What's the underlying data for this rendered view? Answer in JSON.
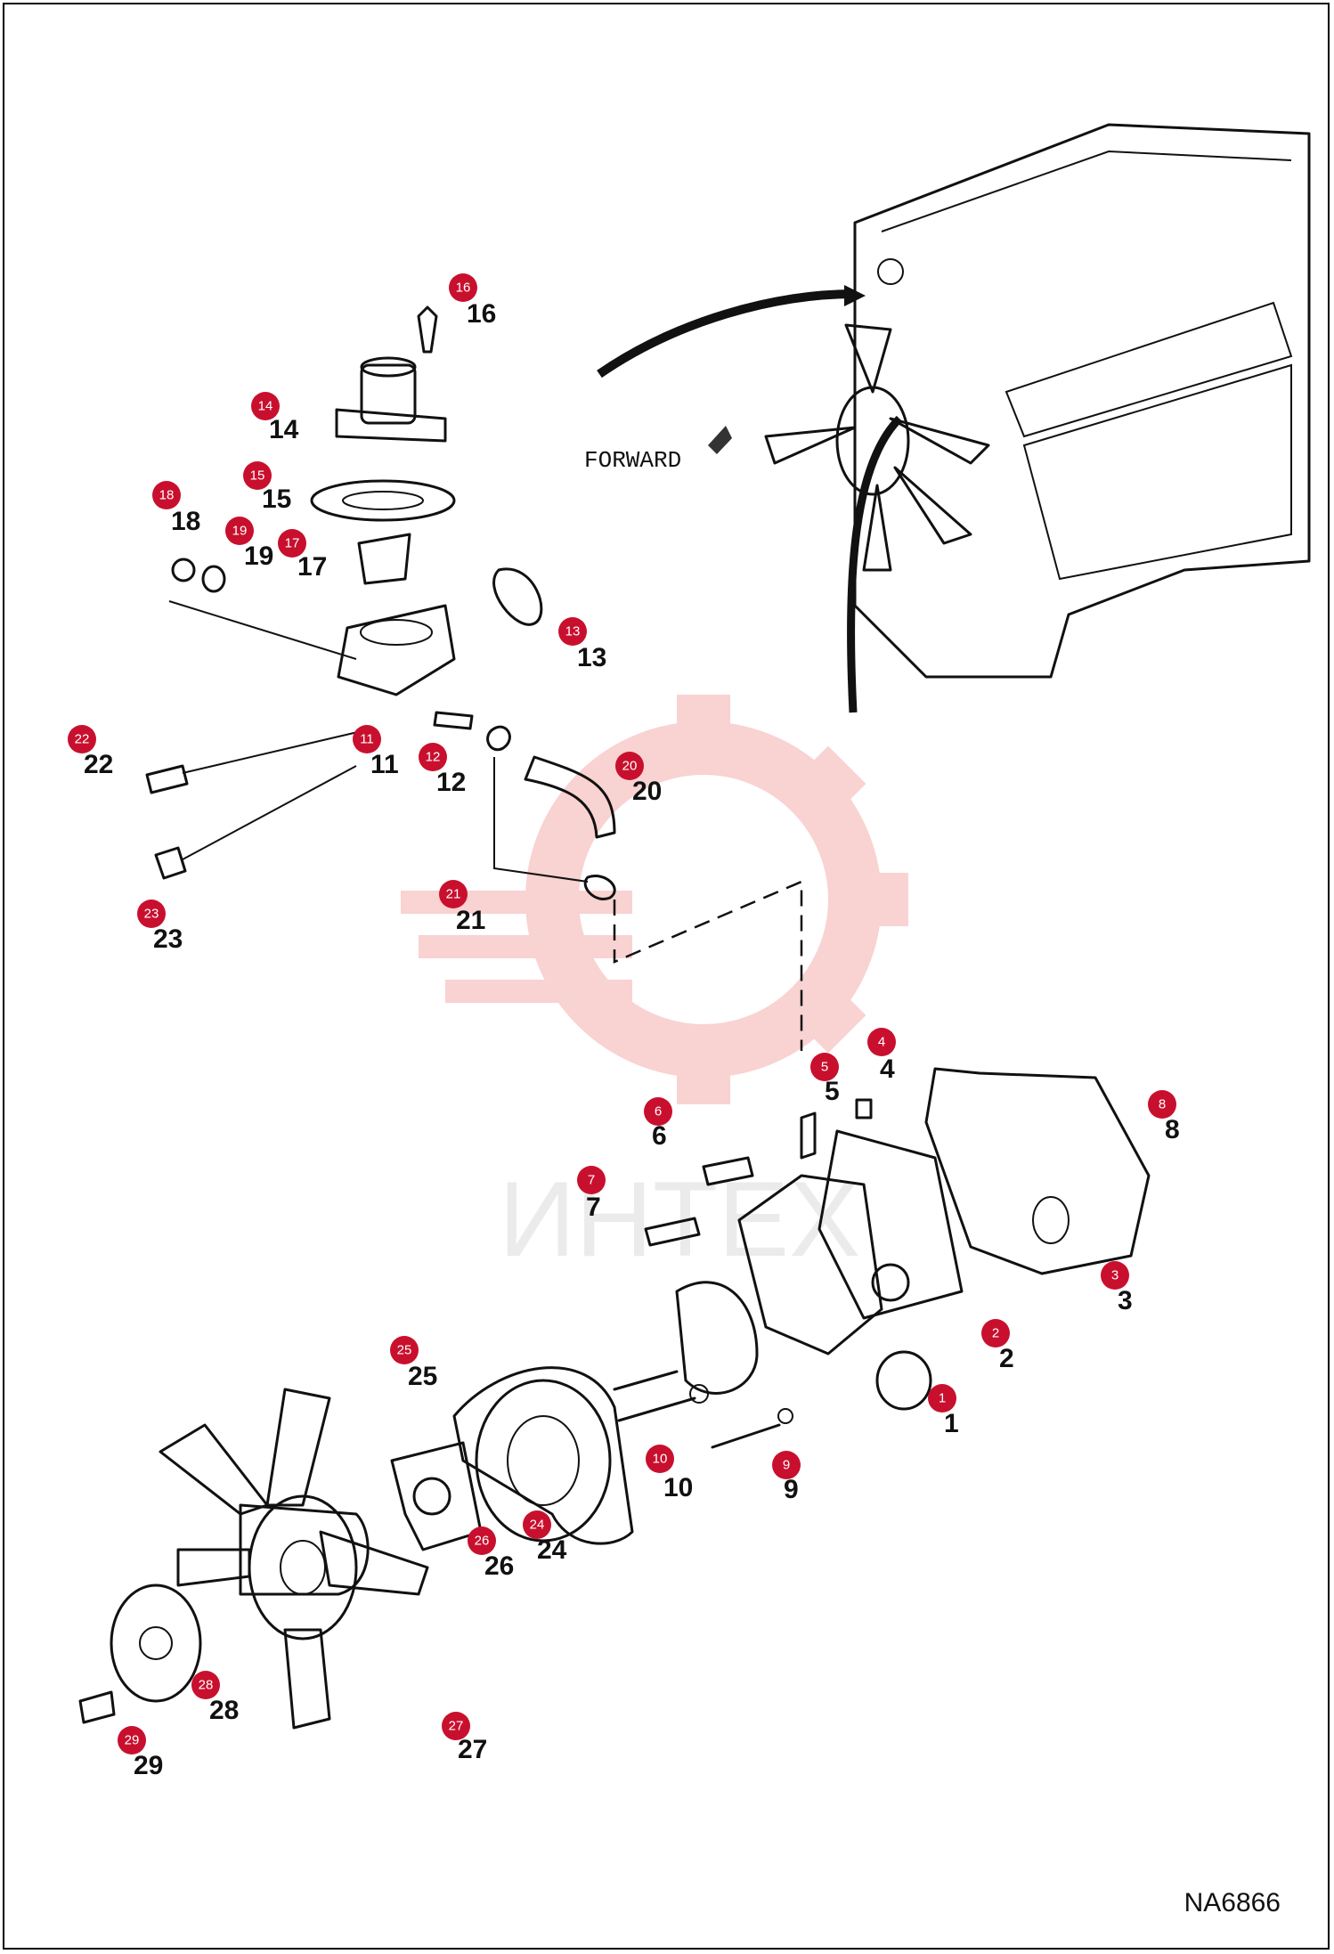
{
  "diagram_code": "NA6866",
  "forward_label": "FORWARD",
  "watermark_text": "ИНТЕХ",
  "colors": {
    "badge": "#c8102e",
    "line": "#111111",
    "watermark": "#f4b6b6"
  },
  "parts": [
    {
      "id": "1",
      "label": "1"
    },
    {
      "id": "2",
      "label": "2"
    },
    {
      "id": "3",
      "label": "3"
    },
    {
      "id": "4",
      "label": "4"
    },
    {
      "id": "5",
      "label": "5"
    },
    {
      "id": "6",
      "label": "6"
    },
    {
      "id": "7",
      "label": "7"
    },
    {
      "id": "8",
      "label": "8"
    },
    {
      "id": "9",
      "label": "9"
    },
    {
      "id": "10",
      "label": "10"
    },
    {
      "id": "11",
      "label": "11"
    },
    {
      "id": "12",
      "label": "12"
    },
    {
      "id": "13",
      "label": "13"
    },
    {
      "id": "14",
      "label": "14"
    },
    {
      "id": "15",
      "label": "15"
    },
    {
      "id": "16",
      "label": "16"
    },
    {
      "id": "17",
      "label": "17"
    },
    {
      "id": "18",
      "label": "18"
    },
    {
      "id": "19",
      "label": "19"
    },
    {
      "id": "20",
      "label": "20"
    },
    {
      "id": "21",
      "label": "21"
    },
    {
      "id": "22",
      "label": "22"
    },
    {
      "id": "23",
      "label": "23"
    },
    {
      "id": "24",
      "label": "24"
    },
    {
      "id": "25",
      "label": "25"
    },
    {
      "id": "26",
      "label": "26"
    },
    {
      "id": "27",
      "label": "27"
    },
    {
      "id": "28",
      "label": "28"
    },
    {
      "id": "29",
      "label": "29"
    }
  ]
}
